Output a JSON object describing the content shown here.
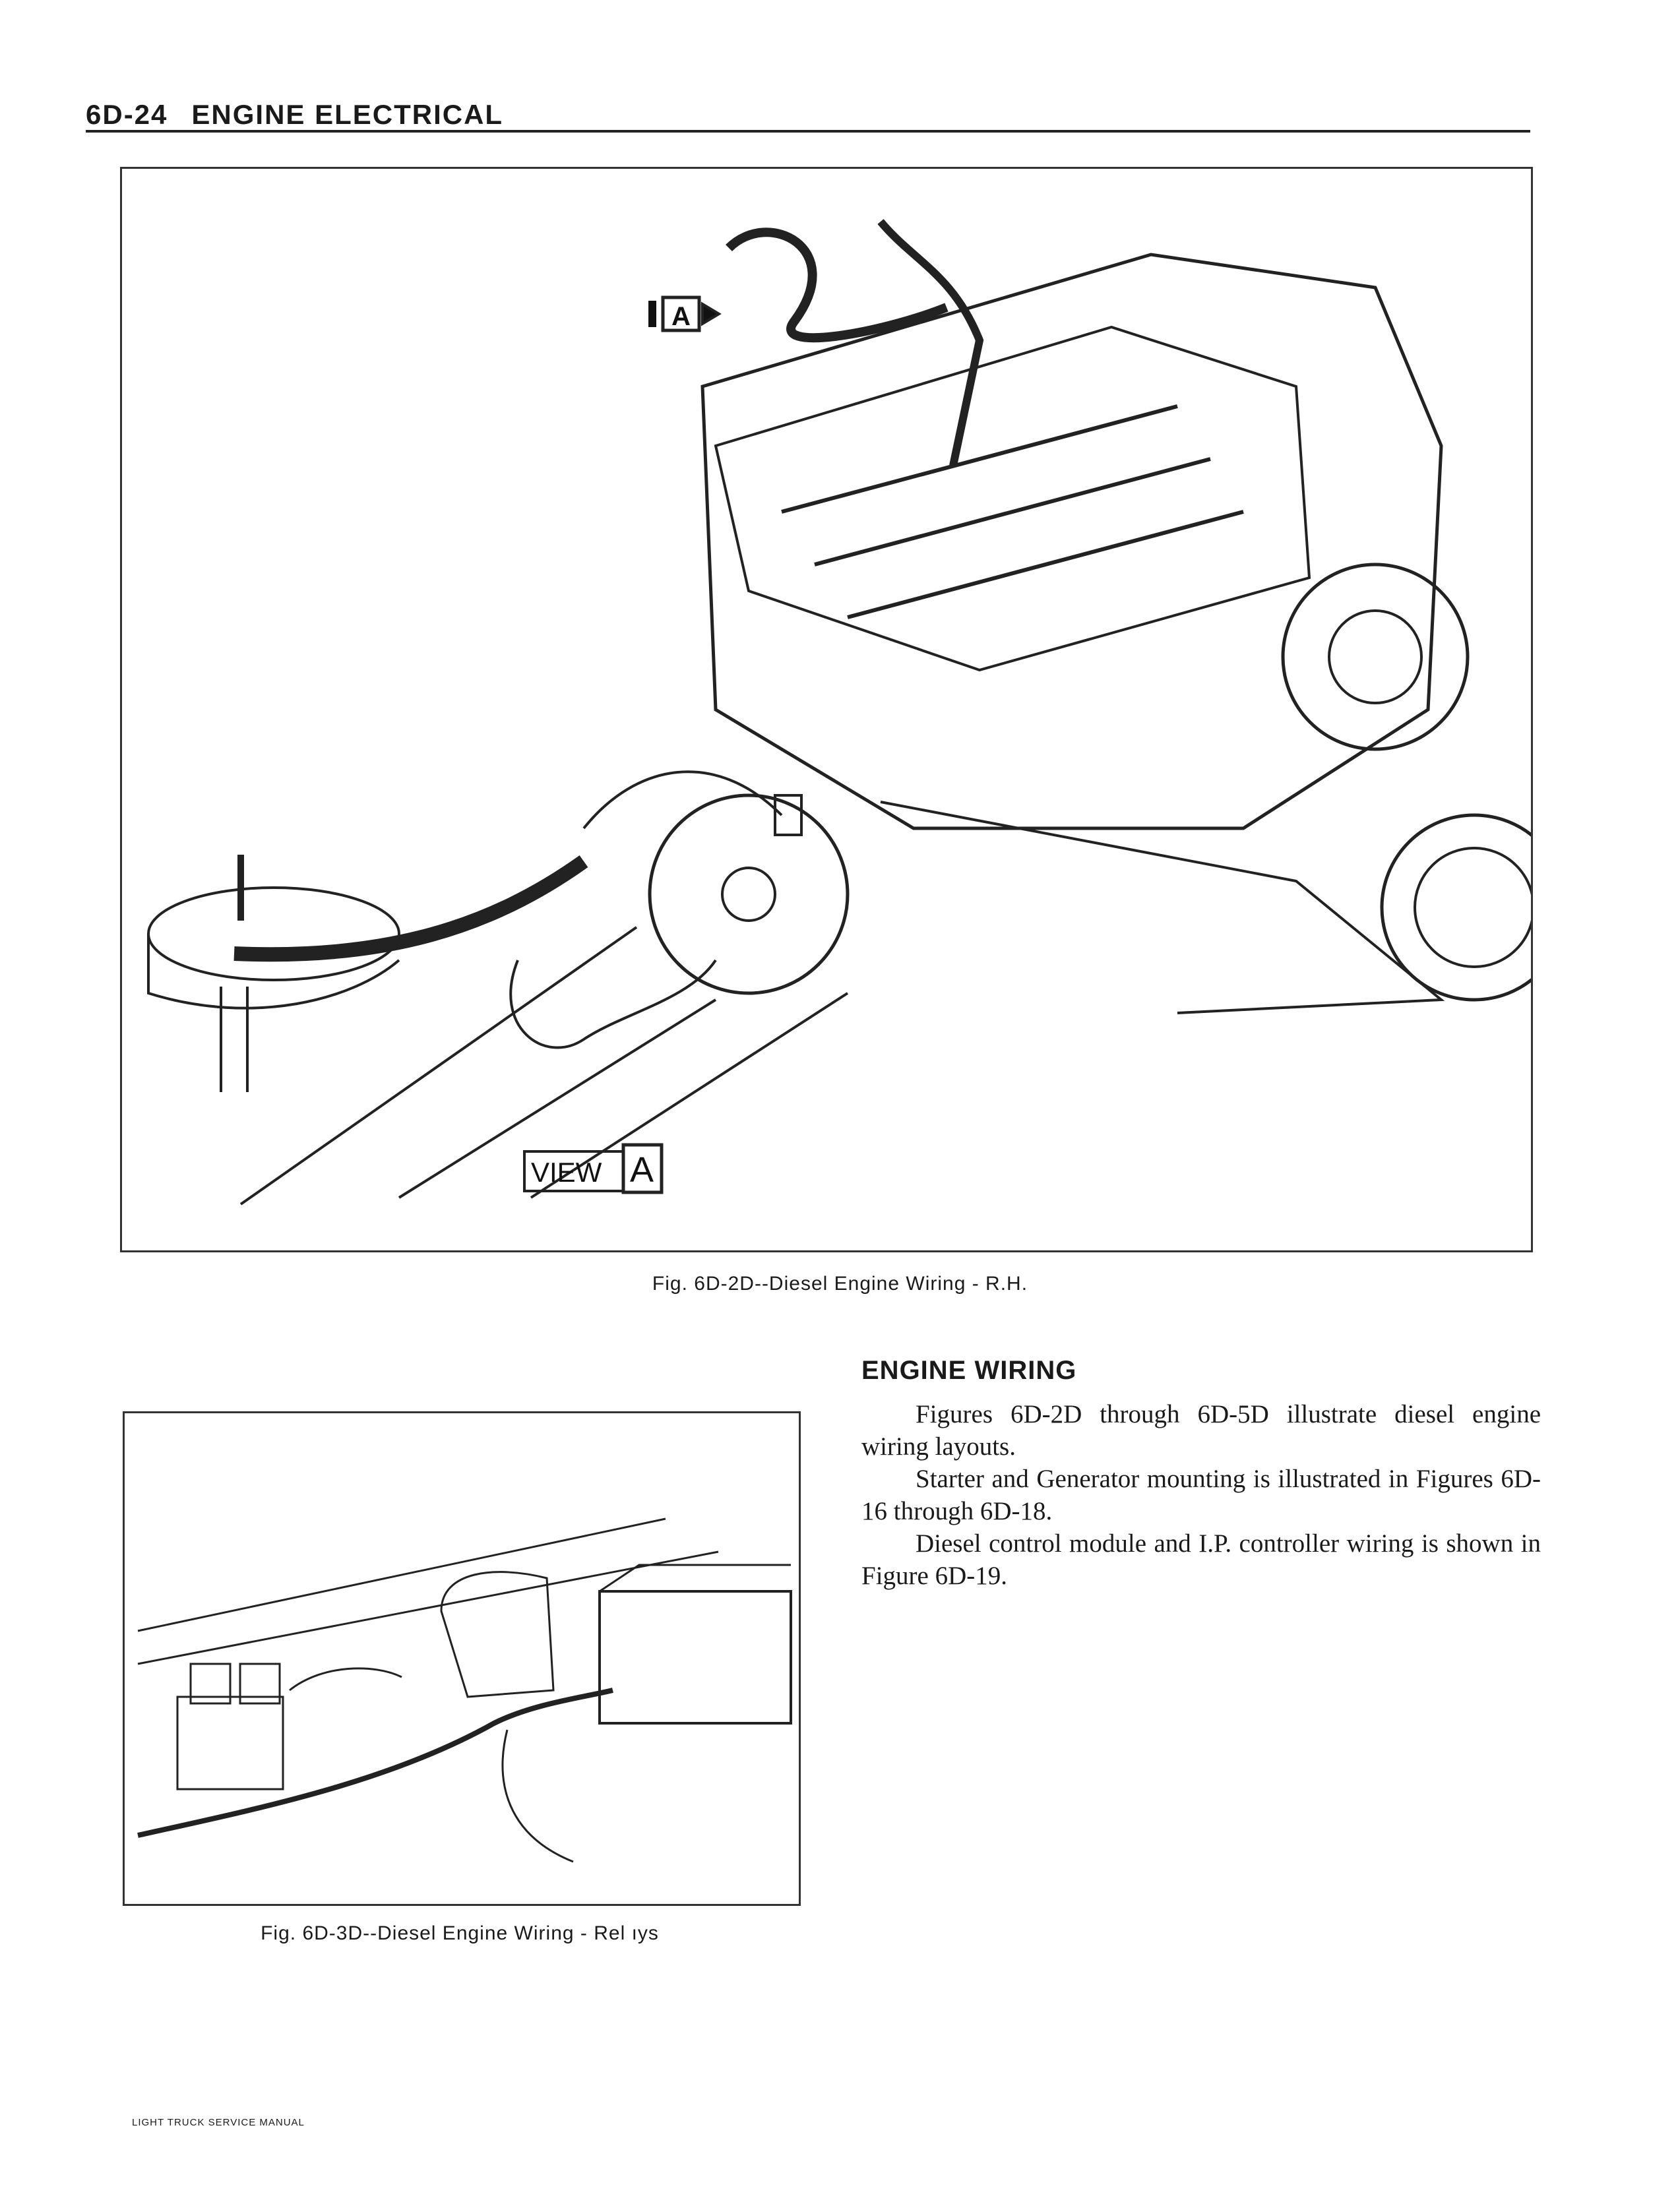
{
  "header": {
    "page_number": "6D-24",
    "section": "ENGINE ELECTRICAL"
  },
  "figure1": {
    "caption": "Fig. 6D-2D--Diesel Engine Wiring - R.H.",
    "callout_label": "A",
    "view_label_word": "VIEW",
    "view_label_letter": "A"
  },
  "figure2": {
    "caption": "Fig. 6D-3D--Diesel Engine Wiring - Rel ıys"
  },
  "section": {
    "title": "ENGINE WIRING",
    "paragraphs": [
      "Figures 6D-2D through 6D-5D illustrate diesel engine wiring layouts.",
      "Starter and Generator mounting is illustrated in Figures 6D-16 through 6D-18.",
      "Diesel control module and I.P. controller wiring is shown in Figure 6D-19."
    ]
  },
  "footer": {
    "text": "LIGHT TRUCK SERVICE MANUAL"
  }
}
